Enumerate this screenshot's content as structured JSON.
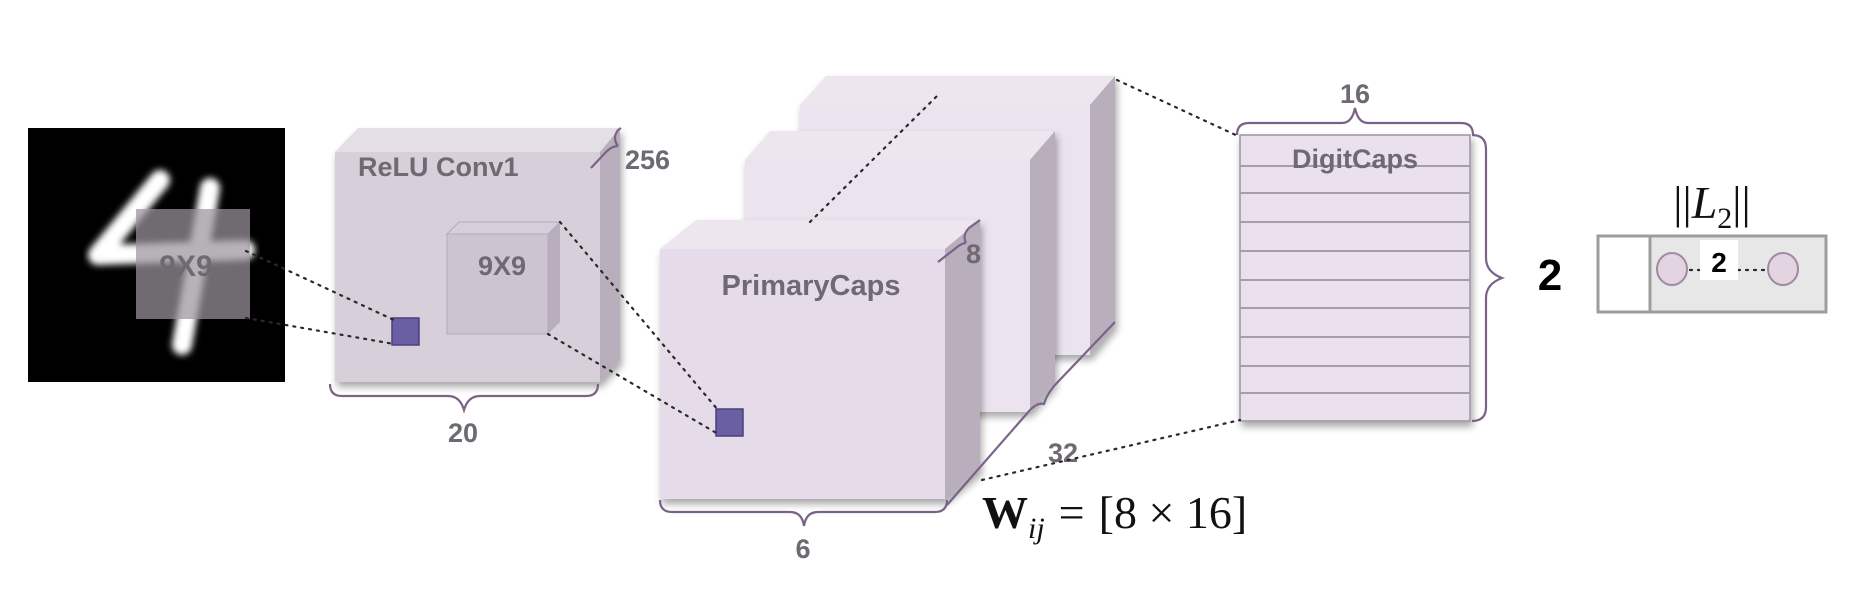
{
  "input": {
    "kernel_label": "9X9"
  },
  "relu_conv1": {
    "title": "ReLU Conv1",
    "kernel_label": "9X9",
    "depth_label": "256",
    "width_label": "20"
  },
  "primary_caps": {
    "title": "PrimaryCaps",
    "depth_label": "8",
    "width_label": "6",
    "count_label": "32"
  },
  "weight": {
    "symbol": "W",
    "subscript": "ij",
    "equals": "=",
    "value": "[8 × 16]"
  },
  "digit_caps": {
    "title": "DigitCaps",
    "width_label": "16",
    "height_label": "2"
  },
  "norm": {
    "label_left": "||",
    "symbol": "L",
    "subscript": "2",
    "label_right": "||",
    "inner_label": "2"
  },
  "colors": {
    "box_fill": "#d9d2dc",
    "box_side": "#b9aebd",
    "box_top": "#e6e0e8",
    "caps_fill": "#ebe1ee",
    "accent": "#6f5f9c",
    "brace": "#7a6388"
  }
}
